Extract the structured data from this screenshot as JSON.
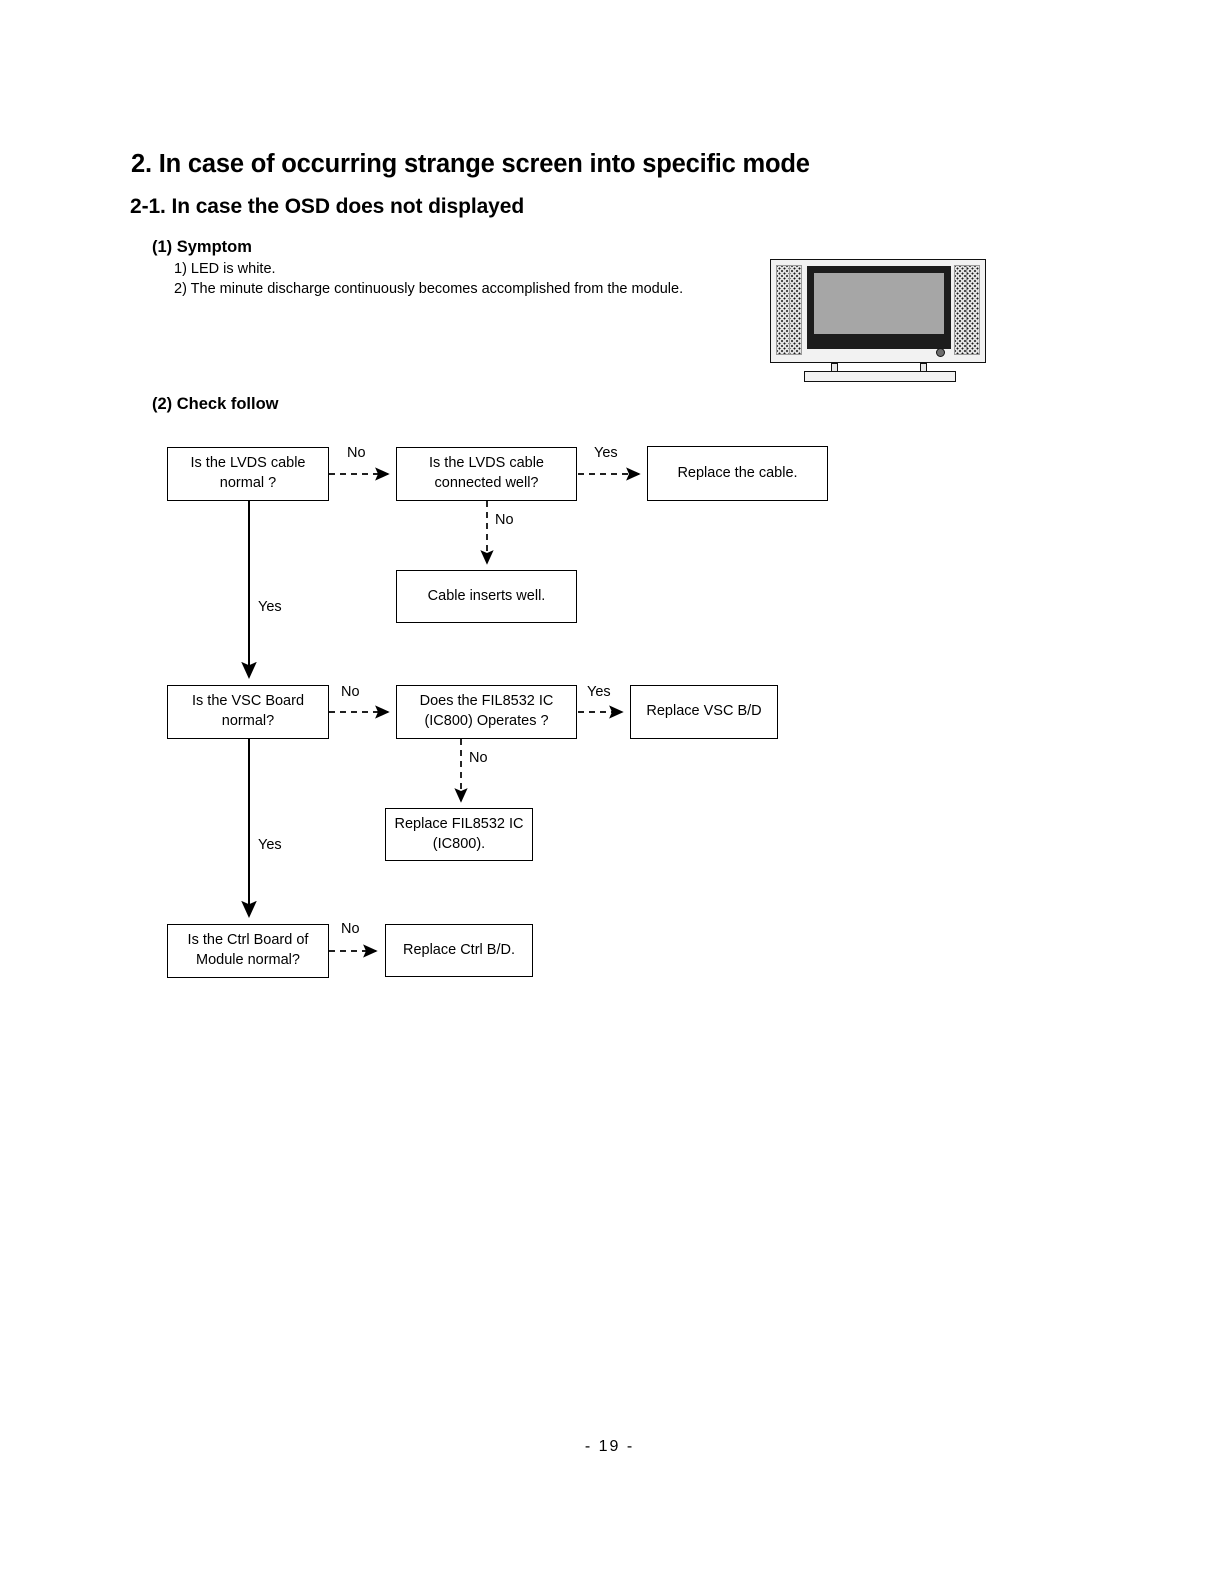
{
  "page": {
    "heading_1": "2. In case of occurring strange screen into specific mode",
    "heading_2": "2-1. In case the OSD does not displayed",
    "footer": "-  19  -"
  },
  "symptom": {
    "title": "(1) Symptom",
    "items": [
      "1) LED is white.",
      "2) The minute discharge continuously becomes accomplished from the module."
    ]
  },
  "illustration": {
    "name": "flat-panel-tv",
    "bezel_color": "#f2f2f2",
    "screen_color": "#a6a6a6",
    "frame_color": "#1c1c1c"
  },
  "check_follow": {
    "title": "(2) Check follow",
    "flowchart": {
      "type": "flowchart",
      "nodes": [
        {
          "id": "n1",
          "label": "Is the LVDS cable\nnormal ?",
          "text": "Is the LVDS cable normal ?"
        },
        {
          "id": "n2",
          "label": "Is the LVDS cable\nconnected well?",
          "text": "Is the LVDS cable connected well?"
        },
        {
          "id": "n3",
          "label": "Replace the cable.",
          "text": "Replace the cable."
        },
        {
          "id": "n4",
          "label": "Cable inserts well.",
          "text": "Cable inserts well."
        },
        {
          "id": "n5",
          "label": "Is the VSC Board\nnormal?",
          "text": "Is the VSC Board normal?"
        },
        {
          "id": "n6",
          "label": "Does the FIL8532 IC\n(IC800) Operates ?",
          "text": "Does the FIL8532 IC (IC800) Operates ?"
        },
        {
          "id": "n7",
          "label": "Replace VSC B/D",
          "text": "Replace VSC B/D"
        },
        {
          "id": "n8",
          "label": "Replace FIL8532 IC\n(IC800).",
          "text": "Replace FIL8532 IC (IC800)."
        },
        {
          "id": "n9",
          "label": "Is the Ctrl Board of\nModule normal?",
          "text": "Is the Ctrl Board of Module normal?"
        },
        {
          "id": "n10",
          "label": "Replace Ctrl B/D.",
          "text": "Replace Ctrl B/D."
        }
      ],
      "node_lines": {
        "n1": [
          "Is the LVDS cable",
          "normal ?"
        ],
        "n2": [
          "Is the LVDS cable",
          "connected well?"
        ],
        "n3": [
          "Replace the cable."
        ],
        "n4": [
          "Cable inserts well."
        ],
        "n5": [
          "Is the VSC Board",
          "normal?"
        ],
        "n6": [
          "Does the FIL8532 IC",
          "(IC800) Operates ?"
        ],
        "n7": [
          "Replace VSC B/D"
        ],
        "n8": [
          "Replace FIL8532 IC",
          "(IC800)."
        ],
        "n9": [
          "Is the Ctrl Board of",
          "Module normal?"
        ],
        "n10": [
          "Replace Ctrl B/D."
        ]
      },
      "edges": [
        {
          "from": "n1",
          "to": "n2",
          "label": "No",
          "style": "dashed",
          "dir": "right"
        },
        {
          "from": "n2",
          "to": "n3",
          "label": "Yes",
          "style": "dashed",
          "dir": "right"
        },
        {
          "from": "n2",
          "to": "n4",
          "label": "No",
          "style": "dashed",
          "dir": "down"
        },
        {
          "from": "n1",
          "to": "n5",
          "label": "Yes",
          "style": "solid",
          "dir": "down"
        },
        {
          "from": "n5",
          "to": "n6",
          "label": "No",
          "style": "dashed",
          "dir": "right"
        },
        {
          "from": "n6",
          "to": "n7",
          "label": "Yes",
          "style": "dashed",
          "dir": "right"
        },
        {
          "from": "n6",
          "to": "n8",
          "label": "No",
          "style": "dashed",
          "dir": "down"
        },
        {
          "from": "n5",
          "to": "n9",
          "label": "Yes",
          "style": "solid",
          "dir": "down"
        },
        {
          "from": "n9",
          "to": "n10",
          "label": "No",
          "style": "dashed",
          "dir": "right"
        }
      ],
      "edge_labels": {
        "e1": "No",
        "e2": "Yes",
        "e3": "No",
        "e4": "Yes",
        "e5": "No",
        "e6": "Yes",
        "e7": "No",
        "e8": "Yes",
        "e9": "No"
      }
    }
  }
}
